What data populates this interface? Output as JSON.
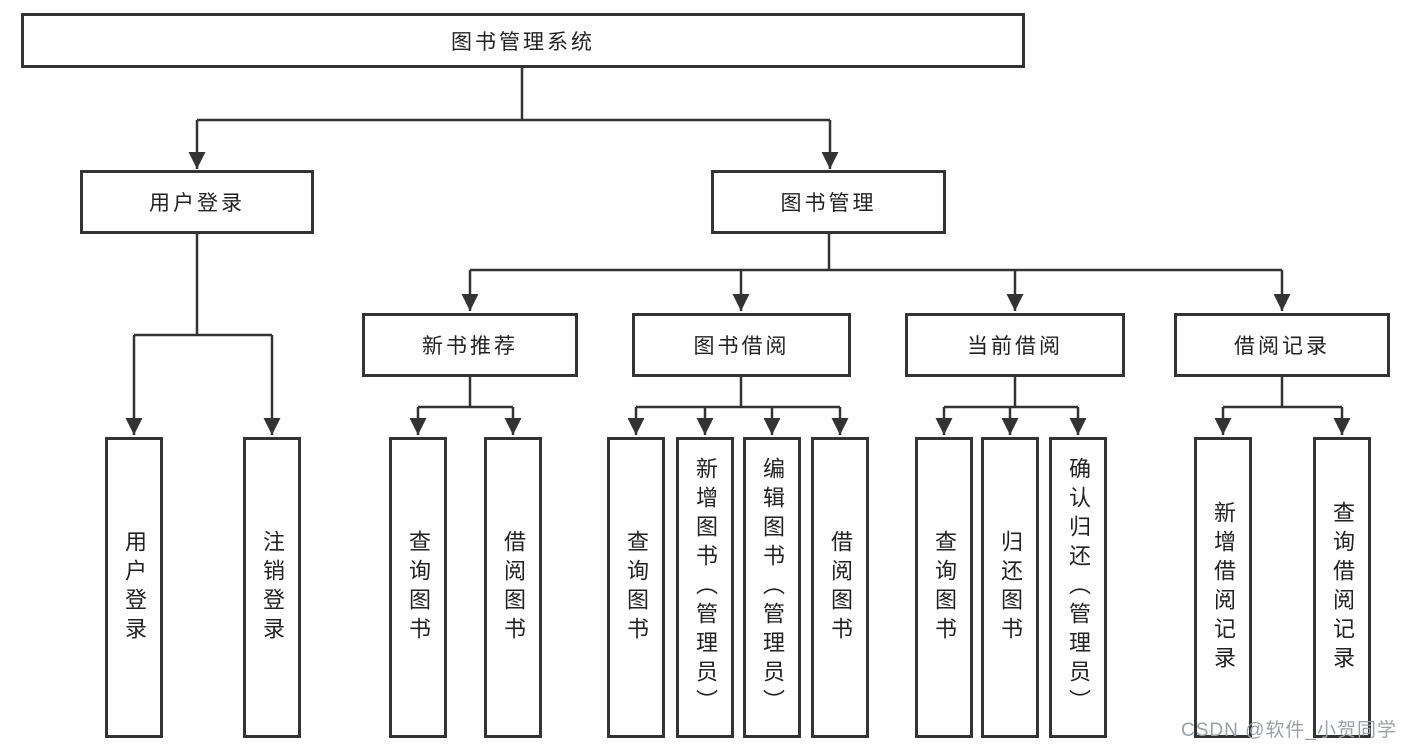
{
  "diagram": {
    "background": "#ffffff",
    "line_color": "#333333",
    "text_color": "#222222"
  },
  "tree": {
    "label": "图书管理系统",
    "children": [
      {
        "label": "用户登录",
        "children": [
          {
            "label": "用户登录"
          },
          {
            "label": "注销登录"
          }
        ]
      },
      {
        "label": "图书管理",
        "children": [
          {
            "label": "新书推荐",
            "children": [
              {
                "label": "查询图书"
              },
              {
                "label": "借阅图书"
              }
            ]
          },
          {
            "label": "图书借阅",
            "children": [
              {
                "label": "查询图书"
              },
              {
                "label": "新增图书（管理员）"
              },
              {
                "label": "编辑图书（管理员）"
              },
              {
                "label": "借阅图书"
              }
            ]
          },
          {
            "label": "当前借阅",
            "children": [
              {
                "label": "查询图书"
              },
              {
                "label": "归还图书"
              },
              {
                "label": "确认归还（管理员）"
              }
            ]
          },
          {
            "label": "借阅记录",
            "children": [
              {
                "label": "新增借阅记录"
              },
              {
                "label": "查询借阅记录"
              }
            ]
          }
        ]
      }
    ]
  },
  "watermark": {
    "text": "CSDN @软件_小贺同学",
    "color": "#9aa0a6"
  }
}
